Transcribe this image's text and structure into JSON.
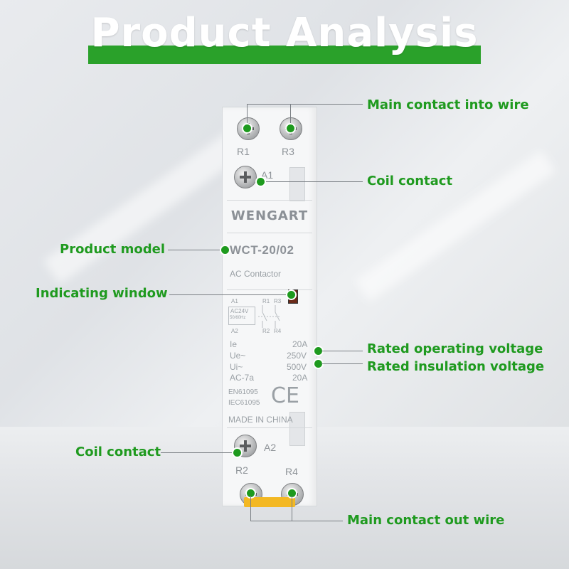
{
  "title": "Product Analysis",
  "device": {
    "brand": "WENGART",
    "model": "WCT-20/02",
    "subtitle": "AC Contactor",
    "terminals": {
      "r1": "R1",
      "r3": "R3",
      "a1": "A1",
      "a2": "A2",
      "r2": "R2",
      "r4": "R4"
    },
    "schematic": {
      "a1": "A1",
      "a2": "A2",
      "r1": "R1",
      "r3": "R3",
      "r2": "R2",
      "r4": "R4",
      "coil_voltage": "AC24V",
      "coil_freq": "50/60Hz"
    },
    "ratings": [
      {
        "label": "Ie",
        "value": "20A"
      },
      {
        "label": "Ue~",
        "value": "250V"
      },
      {
        "label": "Ui~",
        "value": "500V"
      },
      {
        "label": "AC-7a",
        "value": "20A"
      }
    ],
    "standards": [
      "EN61095",
      "IEC61095"
    ],
    "ce_mark": "CE",
    "origin": "MADE IN CHINA"
  },
  "callouts": {
    "main_in": "Main contact into wire",
    "coil_top": "Coil contact",
    "product_model": "Product model",
    "indicating_window": "Indicating window",
    "rated_operating": "Rated operating voltage",
    "rated_insulation": "Rated insulation voltage",
    "coil_bottom": "Coil contact",
    "main_out": "Main contact out wire"
  },
  "colors": {
    "accent": "#2aa12a",
    "label": "#1f9a1f",
    "indicator": "#6a2a1a",
    "base_clip": "#f3b823"
  }
}
